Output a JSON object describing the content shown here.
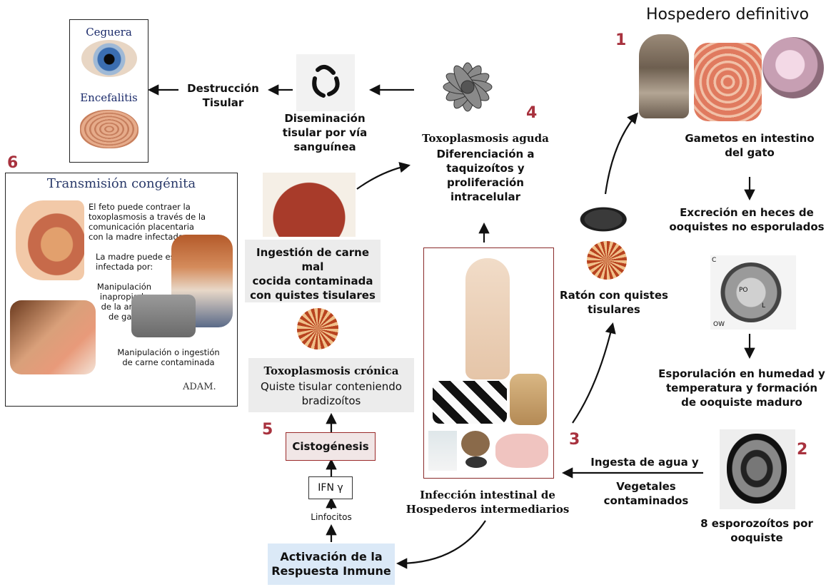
{
  "title": "Hospedero definitivo",
  "step_numbers": [
    "1",
    "2",
    "3",
    "4",
    "5",
    "6"
  ],
  "labels": {
    "ceguera": "Ceguera",
    "encefalitis": "Encefalitis",
    "destruccion": "Destrucción\nTisular",
    "diseminacion": "Diseminación\ntisular por vía\nsanguínea",
    "toxo_aguda_title": "Toxoplasmosis aguda",
    "toxo_aguda_desc": "Diferenciación a\ntaquizoítos y\nproliferación\nintracelular",
    "gametos": "Gametos en intestino\ndel gato",
    "excrecion": "Excreción en heces de\nooquistes no esporulados",
    "raton": "Ratón con quistes\ntisulares",
    "esporulacion": "Esporulación en humedad y\ntemperatura y formación\nde ooquiste maduro",
    "esporozoitos": "8 esporozoítos por\nooquiste",
    "ingesta": "Ingesta de agua y",
    "vegetales": "Vegetales\ncontaminados",
    "ingestion_carne": "Ingestión de carne mal\ncocida contaminada\ncon quistes tisulares",
    "toxo_cronica_title": "Toxoplasmosis crónica",
    "toxo_cronica_desc": "Quiste tisular conteniendo\nbradizoítos",
    "cistogenesis": "Cistogénesis",
    "ifn": "IFN γ",
    "linfocitos": "Linfocitos",
    "activacion": "Activación de la\nRespuesta Inmune",
    "infeccion": "Infección intestinal de\nHospederos intermediarios"
  },
  "congenital_panel": {
    "title": "Transmisión congénita",
    "text1": "El feto puede contraer la\ntoxoplasmosis a través de la\ncomunicación placentaria\ncon la madre infectada",
    "text2": "La madre puede estar\ninfectada por:",
    "text3": "Manipulación\ninapropiada\nde la arena\nde gato",
    "text4": "Manipulación o ingestión\nde carne contaminada",
    "logo": "ADAM."
  },
  "oocyst_labels": [
    "C",
    "PO",
    "L",
    "OW"
  ],
  "colors": {
    "step_number": "#a8323e",
    "grey_box": "#ececec",
    "immune_box": "#dbe9f7"
  }
}
